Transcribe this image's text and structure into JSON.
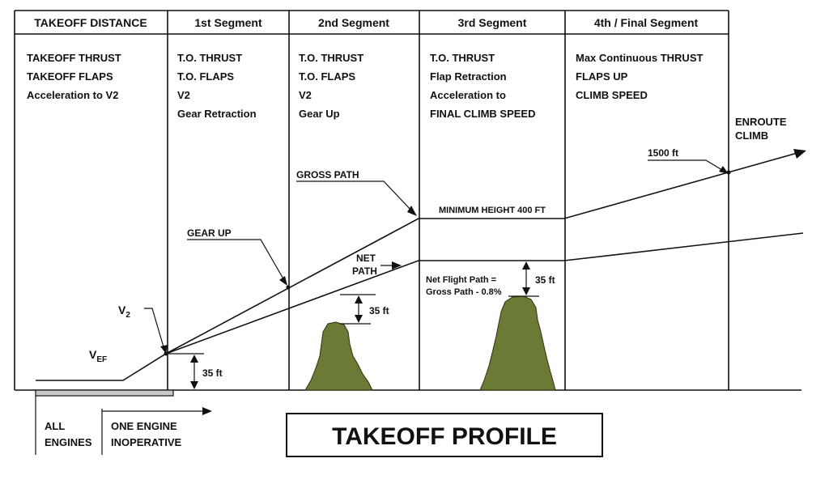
{
  "columns": [
    {
      "header": "TAKEOFF DISTANCE",
      "lines": [
        "TAKEOFF THRUST",
        "TAKEOFF FLAPS",
        "Acceleration to V2"
      ]
    },
    {
      "header": "1st Segment",
      "lines": [
        "T.O. THRUST",
        "T.O. FLAPS",
        "V2",
        "Gear Retraction"
      ]
    },
    {
      "header": "2nd Segment",
      "lines": [
        "T.O. THRUST",
        "T.O. FLAPS",
        "V2",
        "Gear Up"
      ]
    },
    {
      "header": "3rd Segment",
      "lines": [
        "T.O. THRUST",
        "Flap Retraction",
        "Acceleration to",
        "FINAL CLIMB SPEED"
      ]
    },
    {
      "header": "4th / Final Segment",
      "lines": [
        "Max Continuous THRUST",
        "FLAPS UP",
        "CLIMB SPEED"
      ]
    }
  ],
  "annotations": {
    "enroute_line1": "ENROUTE",
    "enroute_line2": "CLIMB",
    "ft1500": "1500 ft",
    "gross_path": "GROSS PATH",
    "min_height": "MINIMUM HEIGHT 400 FT",
    "gear_up": "GEAR UP",
    "net_path_line1": "NET",
    "net_path_line2": "PATH",
    "net_flight_line1": "Net Flight Path =",
    "net_flight_line2": "Gross Path - 0.8%",
    "ft35_a": "35 ft",
    "ft35_b": "35 ft",
    "ft35_c": "35 ft",
    "v2_main": "V",
    "v2_sub": "2",
    "vef_main": "V",
    "vef_sub": "EF"
  },
  "bottom": {
    "all_line1": "ALL",
    "all_line2": "ENGINES",
    "oei_line1": "ONE ENGINE",
    "oei_line2": "INOPERATIVE"
  },
  "title": "TAKEOFF PROFILE",
  "colors": {
    "obstacle": "#6b7a35",
    "runway": "#c9c9c9"
  }
}
